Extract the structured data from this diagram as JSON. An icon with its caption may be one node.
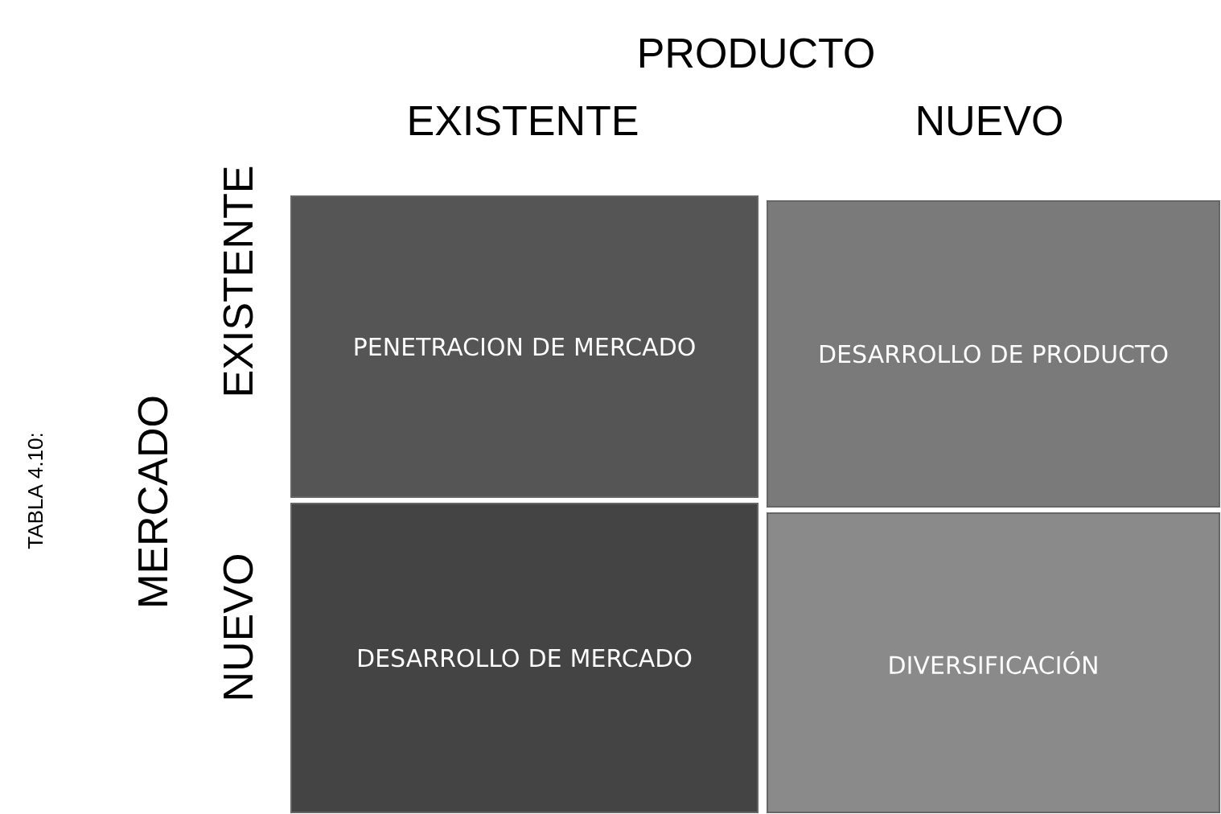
{
  "diagram": {
    "nodes": [
      {
        "text": [
          "PENETRACION DE MERCADO"
        ]
      },
      {
        "text": [
          "DESARROLLO DE PRODUCTO"
        ]
      },
      {
        "text": [
          "DESARROLLO DE MERCADO"
        ]
      },
      {
        "text": [
          "DIVERSIFICACIÓN"
        ]
      }
    ],
    "labels": [
      "PRODUCTO",
      "EXISTENTE",
      "NUEVO",
      "TABLA 4.10:",
      "MERCADO",
      "EXISTENTE",
      "NUEVO"
    ]
  }
}
